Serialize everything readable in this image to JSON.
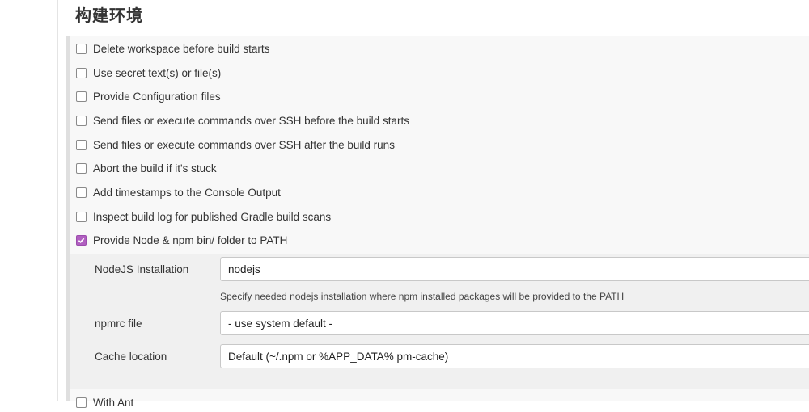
{
  "section": {
    "title": "构建环境"
  },
  "options": [
    {
      "label": "Delete workspace before build starts",
      "checked": false
    },
    {
      "label": "Use secret text(s) or file(s)",
      "checked": false
    },
    {
      "label": "Provide Configuration files",
      "checked": false
    },
    {
      "label": "Send files or execute commands over SSH before the build starts",
      "checked": false
    },
    {
      "label": "Send files or execute commands over SSH after the build runs",
      "checked": false
    },
    {
      "label": "Abort the build if it's stuck",
      "checked": false
    },
    {
      "label": "Add timestamps to the Console Output",
      "checked": false
    },
    {
      "label": "Inspect build log for published Gradle build scans",
      "checked": false
    },
    {
      "label": "Provide Node & npm bin/ folder to PATH",
      "checked": true
    }
  ],
  "node_config": {
    "installation_label": "NodeJS Installation",
    "installation_value": "nodejs",
    "installation_help": "Specify needed nodejs installation where npm installed packages will be provided to the PATH",
    "npmrc_label": "npmrc file",
    "npmrc_value": "- use system default -",
    "cache_label": "Cache location",
    "cache_value": "Default (~/.npm or %APP_DATA% pm-cache)"
  },
  "next_option": {
    "label": "With Ant",
    "checked": false
  },
  "colors": {
    "checkbox_checked": "#b05fc0",
    "panel_bg": "#f8f8f8",
    "sub_panel_bg": "#f0f0f0"
  }
}
